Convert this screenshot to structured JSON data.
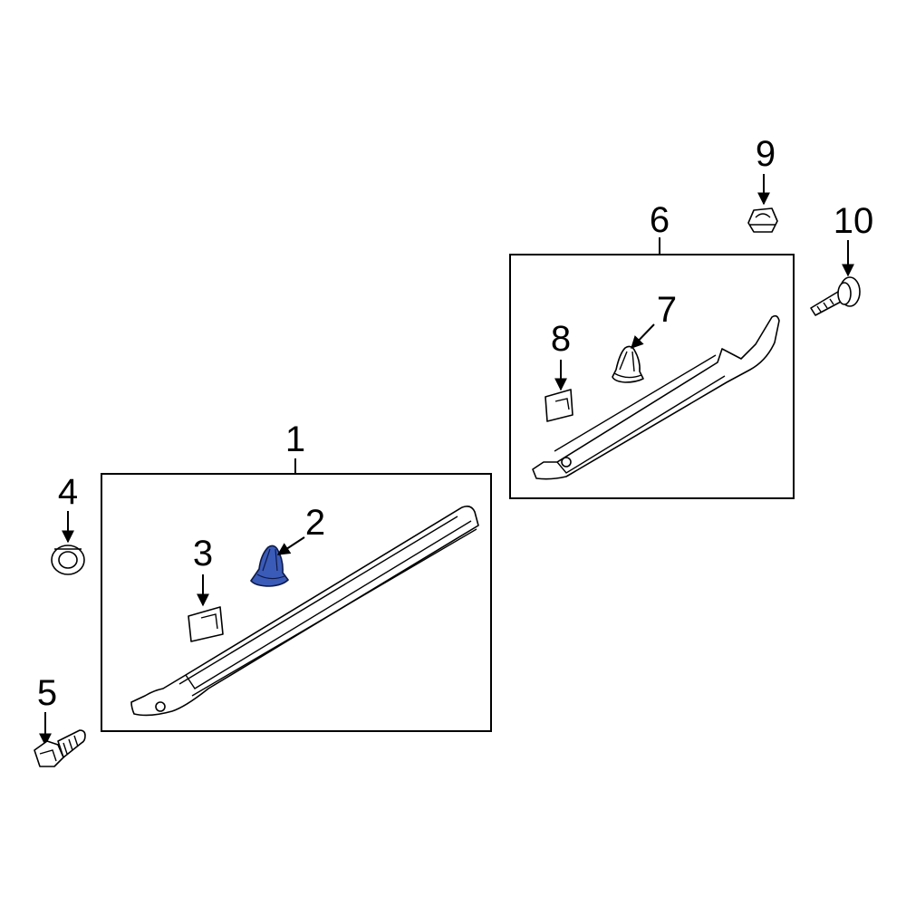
{
  "callouts": {
    "c1": "1",
    "c2": "2",
    "c3": "3",
    "c4": "4",
    "c5": "5",
    "c6": "6",
    "c7": "7",
    "c8": "8",
    "c9": "9",
    "c10": "10"
  },
  "highlighted_part": "2",
  "colors": {
    "highlight": "#3b5bb8",
    "line": "#000000",
    "background": "#ffffff"
  }
}
